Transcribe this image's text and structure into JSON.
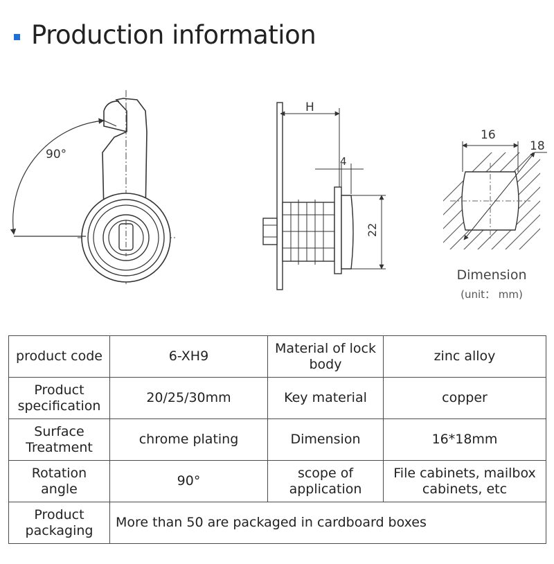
{
  "header": {
    "title": "Production information",
    "accent_color": "#1e6fd9"
  },
  "drawings": {
    "front_view": {
      "angle_label": "90°"
    },
    "side_view": {
      "h_label": "H",
      "thickness_label": "4",
      "height_label": "22"
    },
    "cutout_view": {
      "width_label": "16",
      "diameter_label": "18",
      "caption": "Dimension",
      "unit": "(unit： mm)"
    }
  },
  "spec_table": {
    "rows": [
      {
        "l1": "product code",
        "v1": "6-XH9",
        "l2": "Material of lock body",
        "v2": "zinc alloy"
      },
      {
        "l1": "Product specification",
        "v1": "20/25/30mm",
        "l2": "Key material",
        "v2": "copper"
      },
      {
        "l1": "Surface Treatment",
        "v1": "chrome plating",
        "l2": "Dimension",
        "v2": "16*18mm"
      },
      {
        "l1": "Rotation angle",
        "v1": "90°",
        "l2": "scope of application",
        "v2": "File cabinets, mailbox cabinets, etc"
      },
      {
        "l1": "Product packaging",
        "v1": "More than 50 are packaged in cardboard boxes"
      }
    ]
  }
}
